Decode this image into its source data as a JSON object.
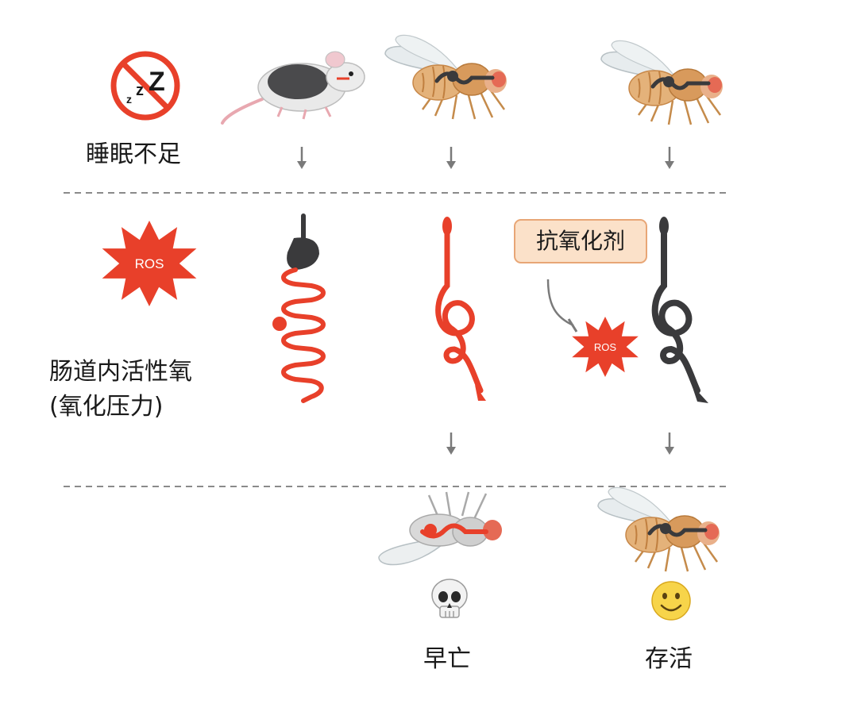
{
  "row_labels": {
    "sleep_deprivation": "睡眠不足",
    "gut_ros_line1": "肠道内活性氧",
    "gut_ros_line2": "(氧化压力)"
  },
  "ros_badge": "ROS",
  "antioxidant_label": "抗氧化剂",
  "outcomes": {
    "death": "早亡",
    "survival": "存活"
  },
  "icons": [
    "no-sleep-icon",
    "mouse-icon",
    "fly-icon",
    "gut-icon",
    "ros-burst-icon",
    "skull-icon",
    "smiley-icon",
    "down-arrow-icon",
    "inhibit-arrow-icon"
  ],
  "colors": {
    "ros_red": "#e8402a",
    "gut_dark": "#3a3a3c",
    "antioxidant_fill": "#fbe1c9",
    "antioxidant_border": "#e8a676",
    "fly_body": "#d9a267",
    "divider": "#8a8a8a"
  }
}
